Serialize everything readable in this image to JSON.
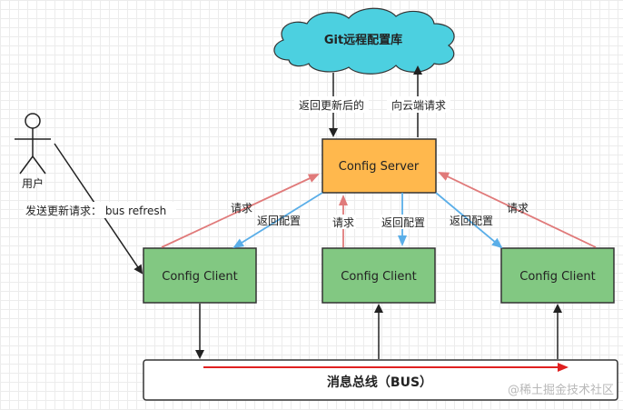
{
  "cloud": {
    "label": "Git远程配置库"
  },
  "server": {
    "label": "Config Server"
  },
  "clients": [
    {
      "label": "Config Client"
    },
    {
      "label": "Config Client"
    },
    {
      "label": "Config Client"
    }
  ],
  "bus": {
    "label": "消息总线（BUS）"
  },
  "user": {
    "label": "用户",
    "action": "发送更新请求： bus refresh"
  },
  "edges": {
    "git_to_server": "返回更新后的",
    "server_to_git": "向云端请求",
    "left_request": "请求",
    "left_response": "返回配置",
    "mid_request": "请求",
    "mid_response": "返回配置",
    "right_response": "返回配置",
    "right_request": "请求"
  },
  "colors": {
    "server_fill": "#FFB84D",
    "client_fill": "#82C882",
    "cloud_fill": "#4CD0E0",
    "request_arrow": "#E07A7A",
    "response_arrow": "#5AAEE8",
    "bus_arrow": "#E02020"
  },
  "watermark": "@稀土掘金技术社区"
}
